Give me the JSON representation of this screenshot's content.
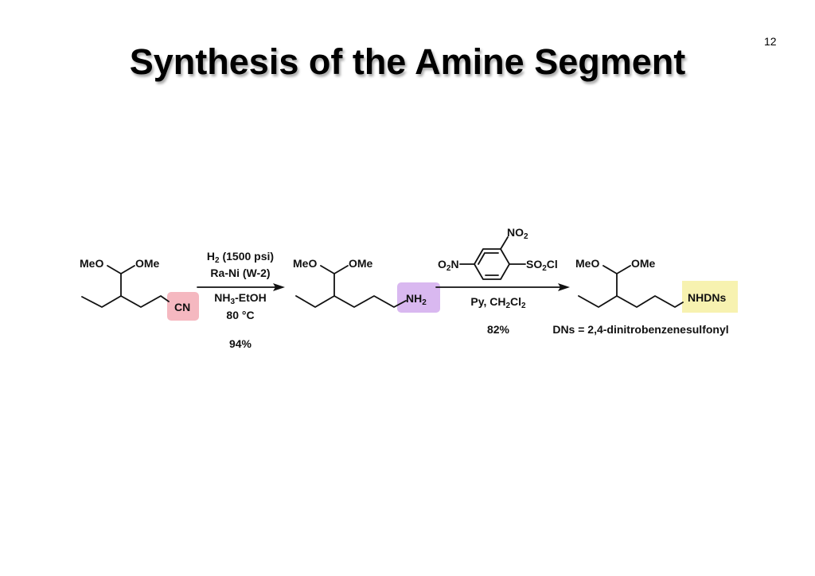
{
  "slide": {
    "title": "Synthesis of the Amine Segment",
    "page_number": "12"
  },
  "highlights": {
    "nitrile": "#f5b8c0",
    "amine": "#d9b8f0",
    "sulfonamide": "#f7f2b0"
  },
  "molecule1": {
    "meo": "MeO",
    "ome": "OMe",
    "group": "CN"
  },
  "step1": {
    "line1_a": "H",
    "line1_sub": "2",
    "line1_b": " (1500 psi)",
    "line2": "Ra-Ni (W-2)",
    "line3_a": "NH",
    "line3_sub": "3",
    "line3_b": "-EtOH",
    "line4": "80 °C",
    "yield": "94%"
  },
  "molecule2": {
    "meo": "MeO",
    "ome": "OMe",
    "group_a": "NH",
    "group_sub": "2"
  },
  "reagent2": {
    "left_a": "O",
    "left_sub": "2",
    "left_b": "N",
    "top_a": "NO",
    "top_sub": "2",
    "right_a": "SO",
    "right_sub": "2",
    "right_b": "Cl"
  },
  "step2": {
    "cond_a": "Py, CH",
    "cond_sub1": "2",
    "cond_b": "Cl",
    "cond_sub2": "2",
    "yield": "82%"
  },
  "molecule3": {
    "meo": "MeO",
    "ome": "OMe",
    "group": "NHDNs",
    "note": "DNs = 2,4-dinitrobenzenesulfonyl"
  }
}
